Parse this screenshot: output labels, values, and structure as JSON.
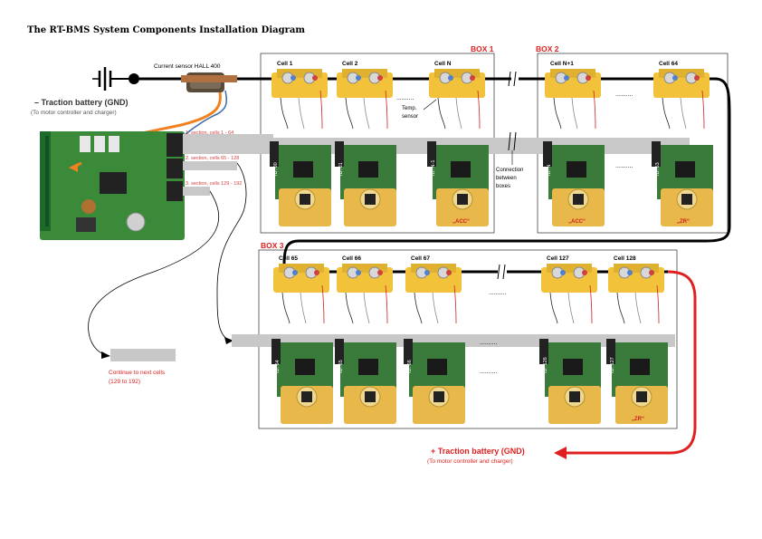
{
  "title": "The RT-BMS System Components Installation Diagram",
  "current_sensor": "Current sensor HALL 400",
  "neg_battery": {
    "label": "– Traction battery (GND)",
    "sub": "(To motor controller and charger)"
  },
  "pos_battery": {
    "label": "+ Traction battery (GND)",
    "sub": "(To motor controller and charger)"
  },
  "sections": [
    "1. section, cells 1 - 64",
    "2. section, cells 65 - 128",
    "3. section, cells 129 - 192"
  ],
  "boxes": {
    "box1": "BOX 1",
    "box2": "BOX 2",
    "box3": "BOX 3"
  },
  "cells_box1": [
    "Cell 1",
    "Cell 2",
    "Cell N"
  ],
  "cells_box2": [
    "Cell N+1",
    "Cell 64"
  ],
  "cells_box3": [
    "Cell 65",
    "Cell 66",
    "Cell 67",
    "Cell 127",
    "Cell 128"
  ],
  "temp_sensor": [
    "Temp.",
    "sensor"
  ],
  "connection": [
    "Connection",
    "between",
    "boxes"
  ],
  "module_ids_box1": [
    "00",
    "01",
    "N-1"
  ],
  "module_ids_box2": [
    "N",
    "63"
  ],
  "module_ids_box3": [
    "64",
    "65",
    "66",
    "126",
    "127"
  ],
  "module_tags": {
    "acc": "„ACC“",
    "zr": "„ZR“"
  },
  "continue": {
    "line1": "Continue to next cells",
    "line2": "(129 to 192)"
  },
  "dots": "..........",
  "colors": {
    "red": "#e02020",
    "orange": "#f08020",
    "cell_yellow": "#f2c23a",
    "pcb_green": "#3a8a3a",
    "module_yellow": "#e8b84a",
    "cable_gray": "#c8c8c8"
  }
}
